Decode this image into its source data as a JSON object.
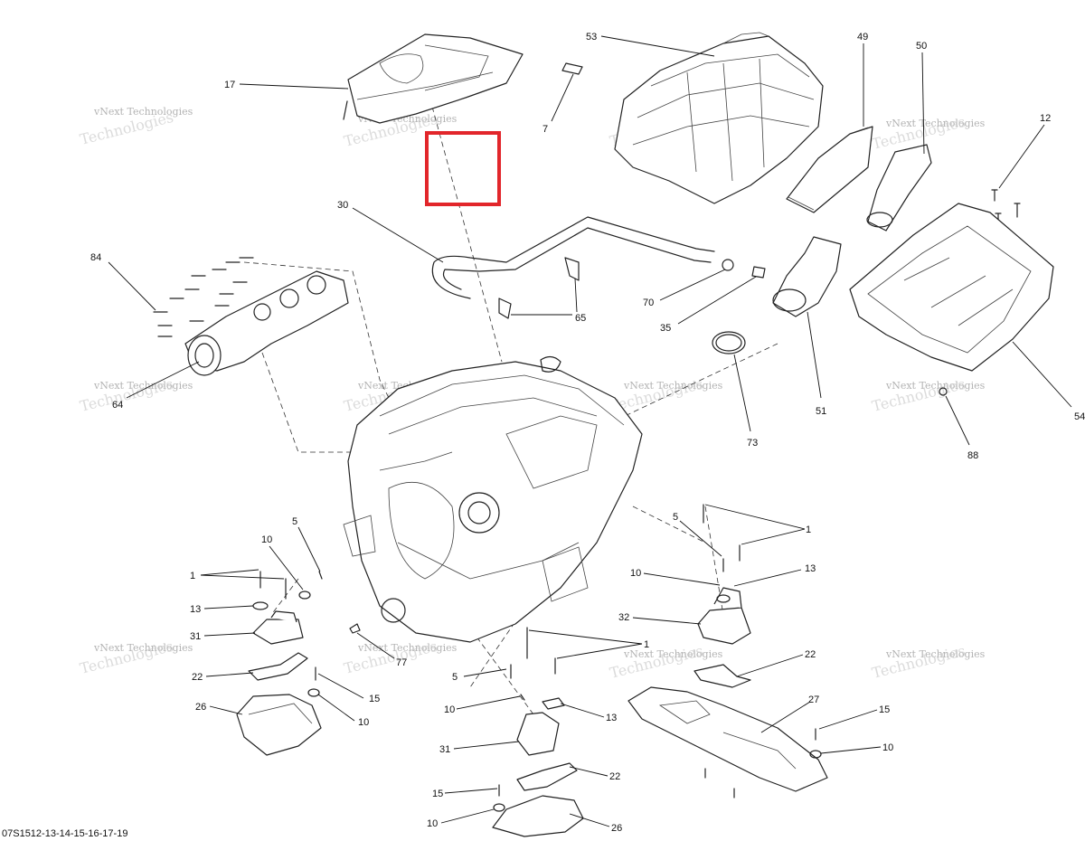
{
  "diagram": {
    "drawing_code": "07S1512-13-14-15-16-17-19",
    "watermark_line1": "vNext Technologies",
    "watermark_line2": "Technologies",
    "callouts": [
      "53",
      "49",
      "50",
      "12",
      "17",
      "7",
      "30",
      "84",
      "70",
      "35",
      "65",
      "64",
      "51",
      "73",
      "54",
      "88",
      "5",
      "1",
      "10",
      "13",
      "31",
      "22",
      "26",
      "15",
      "32",
      "27",
      "77"
    ],
    "highlight_color": "#e2262b"
  }
}
